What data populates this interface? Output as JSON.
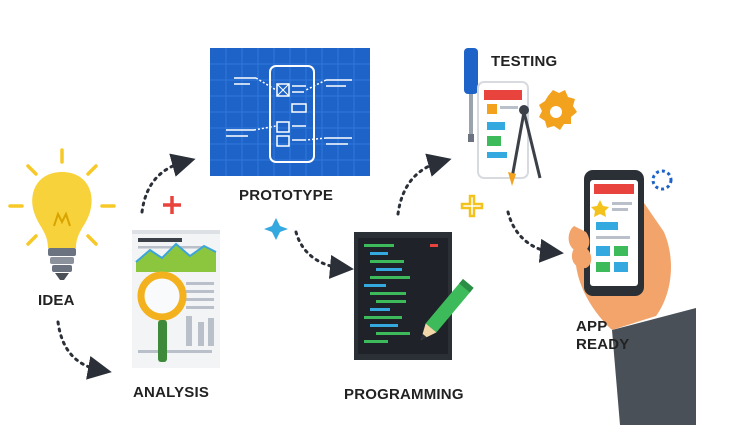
{
  "labels": {
    "idea": "IDEA",
    "analysis": "ANALYSIS",
    "prototype": "PROTOTYPE",
    "programming": "PROGRAMMING",
    "testing": "TESTING",
    "app_ready_line1": "APP",
    "app_ready_line2": "READY"
  },
  "colors": {
    "bulb_yellow": "#f7d23a",
    "blueprint_blue": "#1e64c8",
    "monitor_dark": "#2b2f36",
    "code_green": "#3dbb5a",
    "code_blue": "#33a9e0",
    "accent_red": "#e8433c",
    "accent_orange": "#f3a21d",
    "hand_skin": "#f2a46b",
    "sleeve_gray": "#4a5058",
    "arrow_dark": "#2a2f38"
  }
}
